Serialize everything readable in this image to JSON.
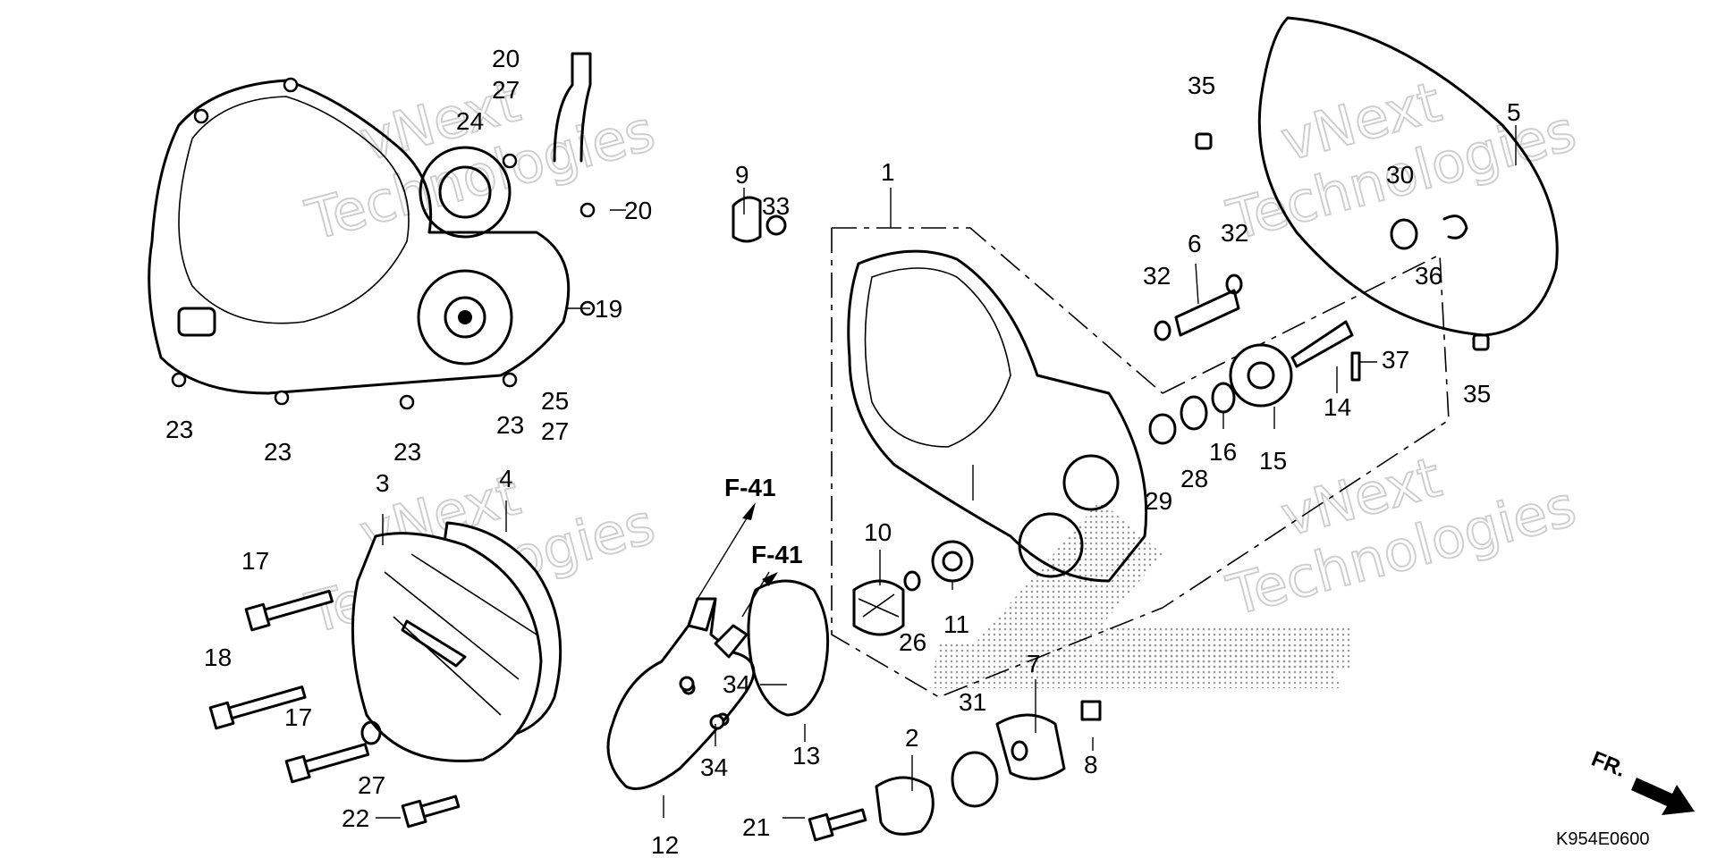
{
  "diagram": {
    "callouts": [
      "1",
      "2",
      "3",
      "4",
      "5",
      "6",
      "7",
      "8",
      "9",
      "10",
      "11",
      "12",
      "13",
      "14",
      "15",
      "16",
      "17",
      "17",
      "18",
      "19",
      "20",
      "20",
      "21",
      "22",
      "23",
      "23",
      "23",
      "23",
      "24",
      "25",
      "26",
      "27",
      "27",
      "27",
      "28",
      "29",
      "30",
      "31",
      "32",
      "32",
      "33",
      "34",
      "34",
      "35",
      "35",
      "36",
      "37"
    ],
    "references": [
      "F-41",
      "F-41"
    ],
    "direction_label": "FR.",
    "diagram_code": "K954E0600",
    "watermark": {
      "line1": "vNext",
      "line2": "Technologies"
    }
  }
}
